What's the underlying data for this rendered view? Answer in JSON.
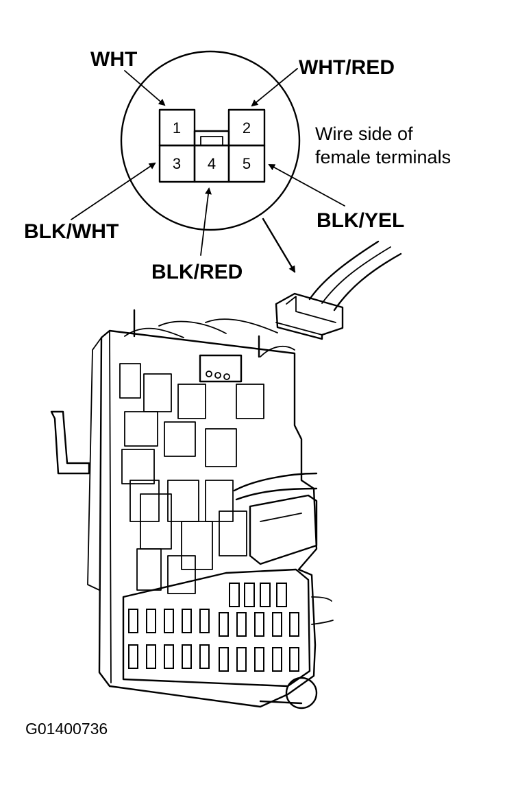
{
  "connector": {
    "pins": [
      {
        "number": "1",
        "wire": "WHT"
      },
      {
        "number": "2",
        "wire": "WHT/RED"
      },
      {
        "number": "3",
        "wire": "BLK/WHT"
      },
      {
        "number": "4",
        "wire": "BLK/RED"
      },
      {
        "number": "5",
        "wire": "BLK/YEL"
      }
    ],
    "note_line1": "Wire side of",
    "note_line2": "female terminals"
  },
  "figure_code": "G01400736"
}
